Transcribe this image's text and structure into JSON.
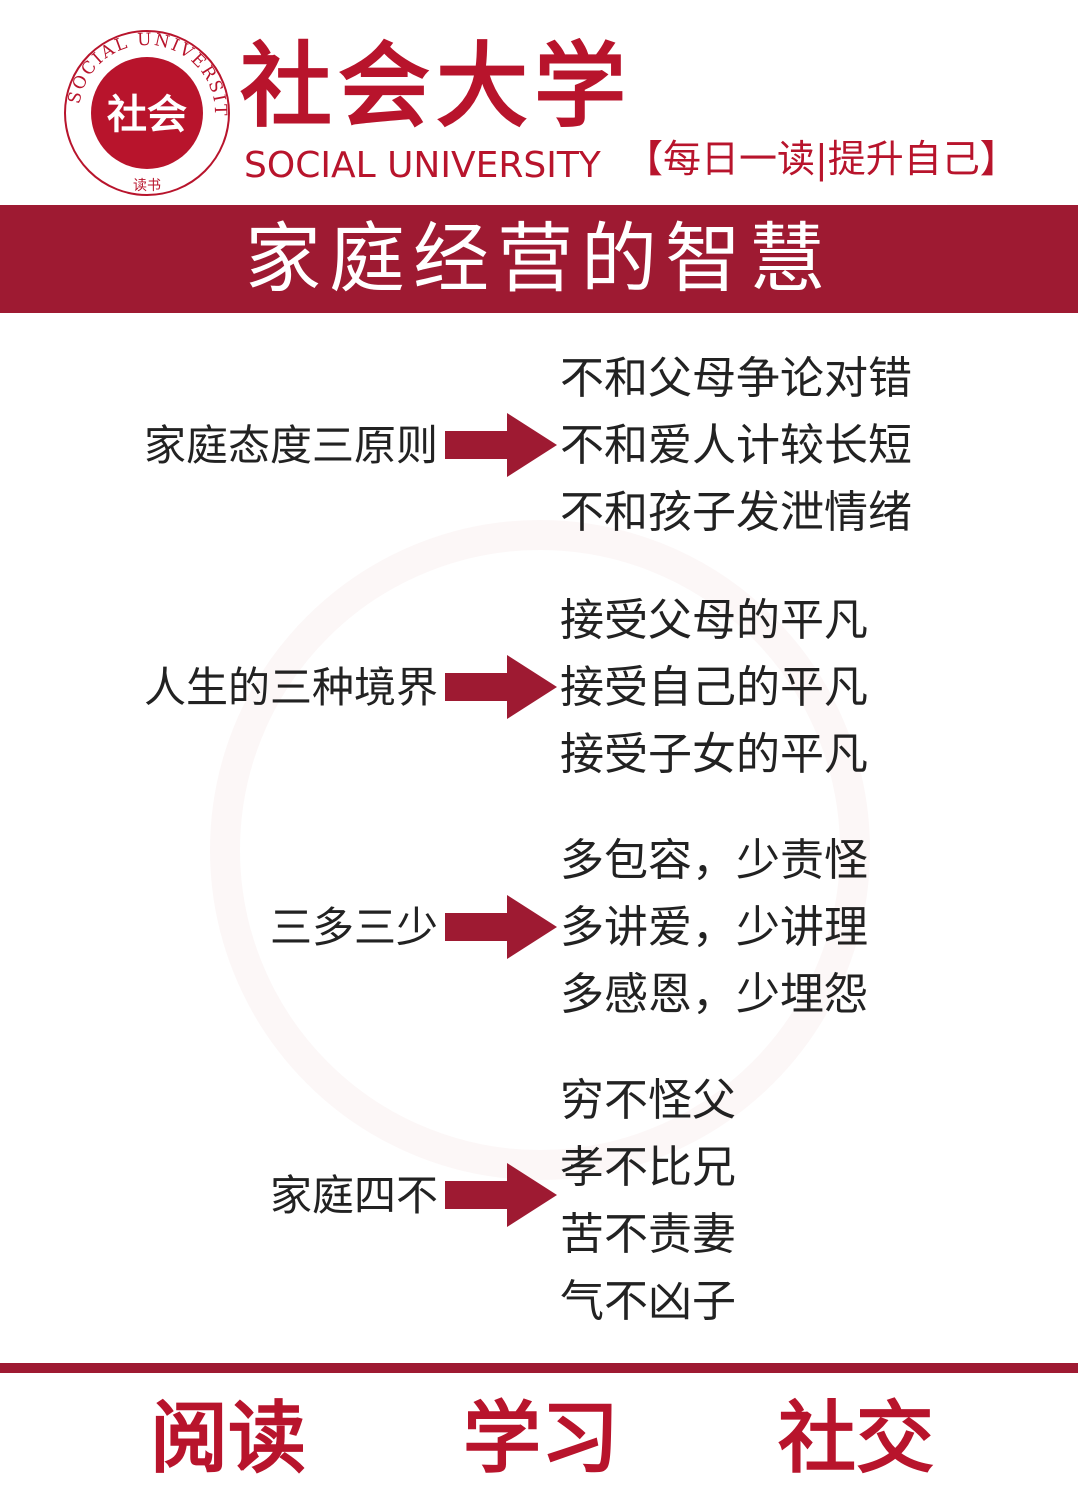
{
  "header": {
    "logo_text": "社会",
    "logo_ring_text": "SOCIAL UNIVERSITY",
    "logo_sub": "读书",
    "brand_cn": "社会大学",
    "brand_en": "SOCIAL UNIVERSITY",
    "slogan": "【每日一读|提升自己】"
  },
  "banner": {
    "title": "家庭经营的智慧"
  },
  "sections": [
    {
      "label": "家庭态度三原则",
      "items": [
        "不和父母争论对错",
        "不和爱人计较长短",
        "不和孩子发泄情绪"
      ]
    },
    {
      "label": "人生的三种境界",
      "items": [
        "接受父母的平凡",
        "接受自己的平凡",
        "接受子女的平凡"
      ]
    },
    {
      "label": "三多三少",
      "items": [
        "多包容，少责怪",
        "多讲爱，少讲理",
        "多感恩，少埋怨"
      ]
    },
    {
      "label": "家庭四不",
      "items": [
        "穷不怪父",
        "孝不比兄",
        "苦不责妻",
        "气不凶子"
      ]
    }
  ],
  "footer": {
    "items": [
      "阅读",
      "学习",
      "社交"
    ]
  },
  "colors": {
    "brand": "#b8142c",
    "banner": "#9e1a32",
    "text": "#222222"
  }
}
